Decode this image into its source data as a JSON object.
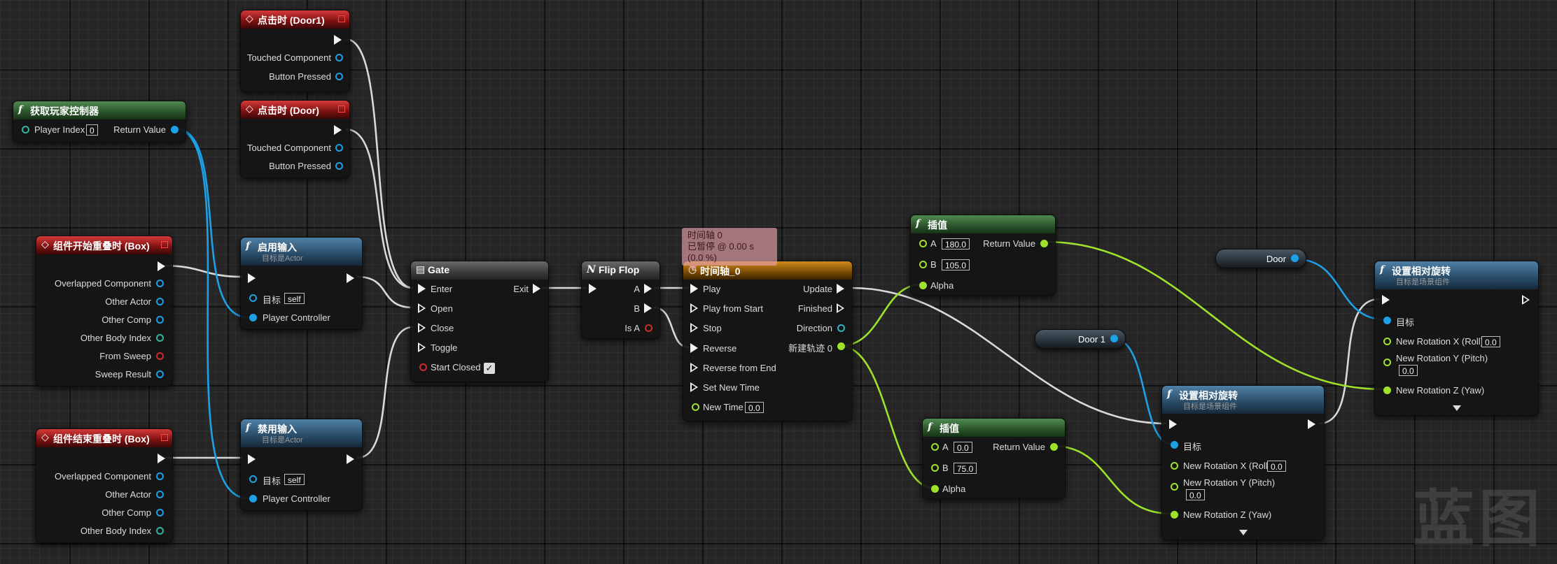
{
  "nodes": {
    "click_door1": {
      "title": "点击时 (Door1)",
      "pins": [
        "Touched Component",
        "Button Pressed"
      ]
    },
    "click_door": {
      "title": "点击时 (Door)",
      "pins": [
        "Touched Component",
        "Button Pressed"
      ]
    },
    "get_player_controller": {
      "title": "获取玩家控制器",
      "player_index_label": "Player Index",
      "player_index_value": "0",
      "return_value": "Return Value"
    },
    "begin_overlap": {
      "title": "组件开始重叠时 (Box)",
      "pins": [
        "Overlapped Component",
        "Other Actor",
        "Other Comp",
        "Other Body Index",
        "From Sweep",
        "Sweep Result"
      ]
    },
    "end_overlap": {
      "title": "组件结束重叠时 (Box)",
      "pins": [
        "Overlapped Component",
        "Other Actor",
        "Other Comp",
        "Other Body Index"
      ]
    },
    "enable_input": {
      "title": "启用输入",
      "subtitle": "目标是Actor",
      "target": "目标",
      "target_value": "self",
      "player_controller": "Player Controller"
    },
    "disable_input": {
      "title": "禁用输入",
      "subtitle": "目标是Actor",
      "target": "目标",
      "target_value": "self",
      "player_controller": "Player Controller"
    },
    "gate": {
      "title": "Gate",
      "enter": "Enter",
      "open": "Open",
      "close": "Close",
      "toggle": "Toggle",
      "start_closed": "Start Closed",
      "exit": "Exit"
    },
    "flipflop": {
      "title": "Flip Flop",
      "a": "A",
      "b": "B",
      "is_a": "Is A"
    },
    "timeline": {
      "title": "时间轴_0",
      "tooltip_line1": "时间轴 0",
      "tooltip_line2": "已暂停 @ 0.00 s (0.0 %)",
      "inputs": [
        "Play",
        "Play from Start",
        "Stop",
        "Reverse",
        "Reverse from End",
        "Set New Time",
        "New Time"
      ],
      "new_time_value": "0.0",
      "outputs": [
        "Update",
        "Finished",
        "Direction",
        "新建轨迹 0"
      ]
    },
    "lerp_top": {
      "title": "插值",
      "a": "A",
      "a_value": "180.0",
      "b": "B",
      "b_value": "105.0",
      "alpha": "Alpha",
      "return_value": "Return Value"
    },
    "lerp_bottom": {
      "title": "插值",
      "a": "A",
      "a_value": "0.0",
      "b": "B",
      "b_value": "75.0",
      "alpha": "Alpha",
      "return_value": "Return Value"
    },
    "var_door": {
      "label": "Door"
    },
    "var_door1": {
      "label": "Door 1"
    },
    "set_rot_right": {
      "title": "设置相对旋转",
      "subtitle": "目标是场景组件",
      "target": "目标",
      "roll": "New Rotation X (Roll)",
      "roll_value": "0.0",
      "pitch": "New Rotation Y (Pitch)",
      "pitch_value": "0.0",
      "yaw": "New Rotation Z (Yaw)"
    },
    "set_rot_mid": {
      "title": "设置相对旋转",
      "subtitle": "目标是场景组件",
      "target": "目标",
      "roll": "New Rotation X (Roll)",
      "roll_value": "0.0",
      "pitch": "New Rotation Y (Pitch)",
      "pitch_value": "0.0",
      "yaw": "New Rotation Z (Yaw)"
    }
  },
  "watermark": "蓝图",
  "icons": {
    "function": "function-icon",
    "event": "event-diamond-icon",
    "timeline": "clock-icon",
    "flipflop": "flipflop-icon",
    "gate": "gate-icon"
  },
  "colors": {
    "exec_wire": "#d9d9d9",
    "object_wire": "#1ea0e6",
    "float_wire": "#9ee22b",
    "event_header": "#a52020",
    "function_header_green": "#2f5f2f",
    "function_header_blue": "#2e5575",
    "timeline_header": "#a8680a"
  }
}
